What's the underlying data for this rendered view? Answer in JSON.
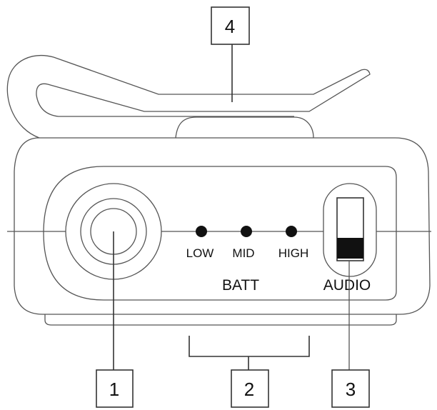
{
  "callouts": {
    "c1": "1",
    "c2": "2",
    "c3": "3",
    "c4": "4"
  },
  "labels": {
    "low": "LOW",
    "mid": "MID",
    "high": "HIGH",
    "batt": "BATT",
    "audio": "AUDIO"
  }
}
